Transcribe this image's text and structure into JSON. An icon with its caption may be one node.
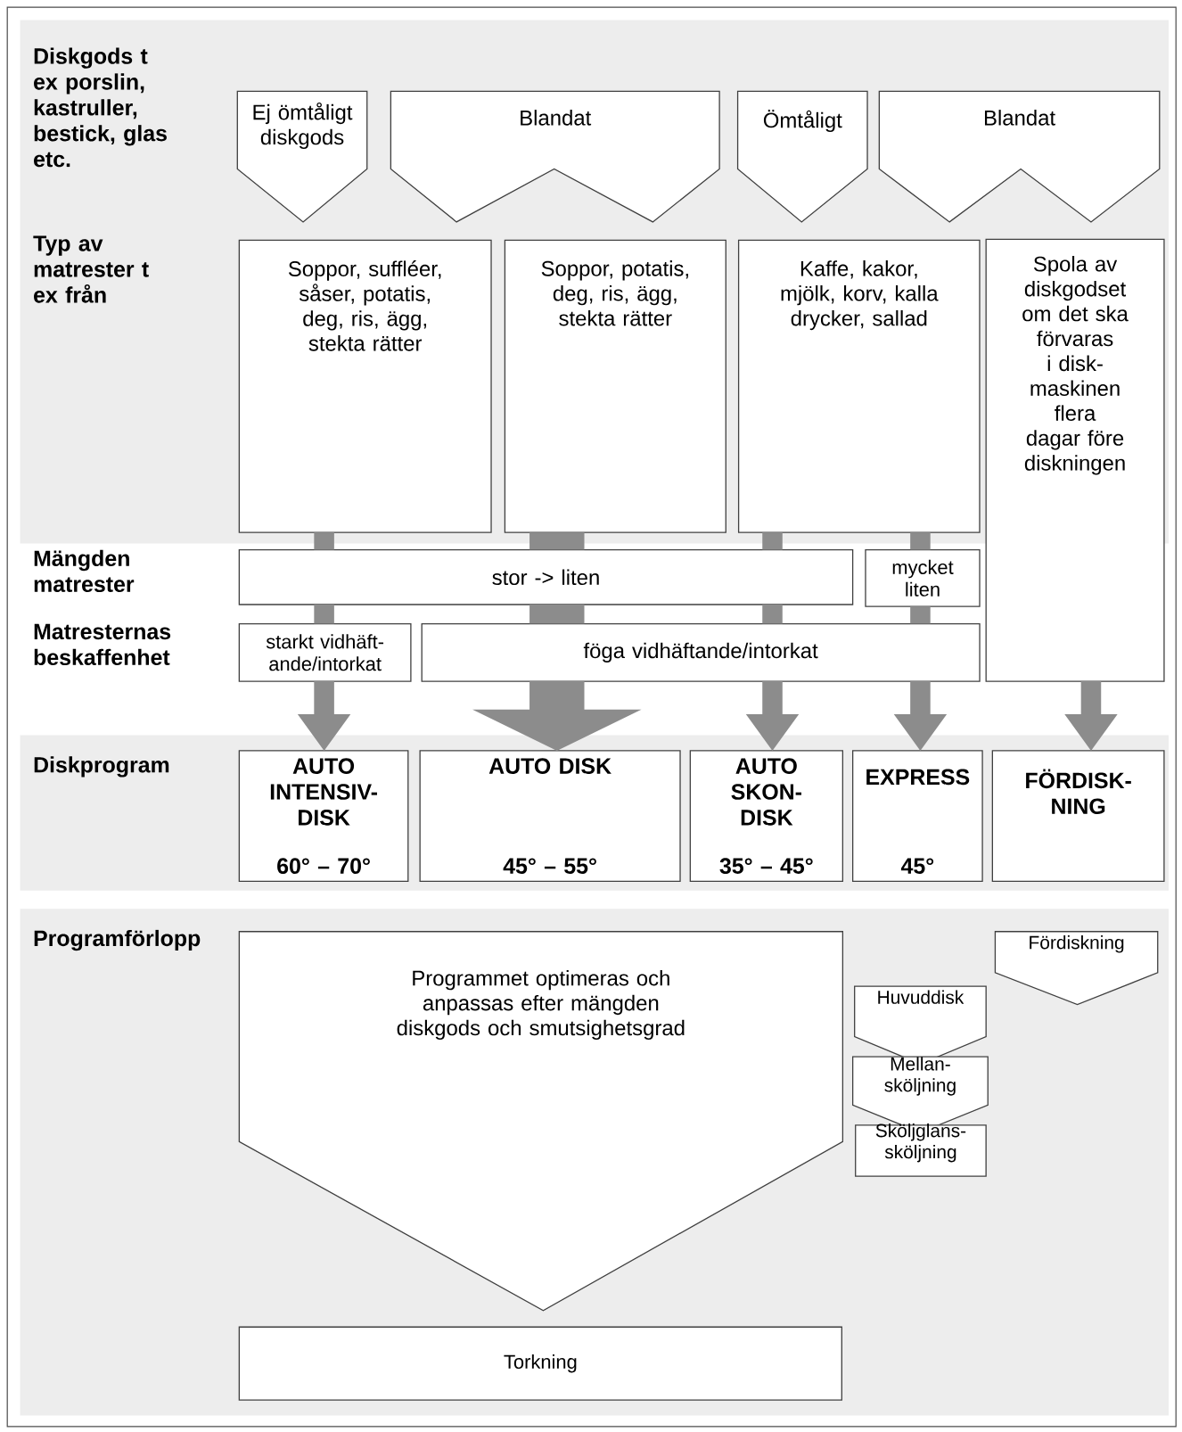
{
  "diagram": {
    "nodes": [
      {
        "text": [
          "Ej ömtåligt diskgods"
        ]
      },
      {
        "text": [
          "Blandat"
        ]
      },
      {
        "text": [
          "Ömtåligt"
        ]
      },
      {
        "text": [
          "Blandat"
        ]
      },
      {
        "text": [
          "Soppor, suffléer, såser, potatis, deg, ris, ägg, stekta rätter"
        ]
      },
      {
        "text": [
          "Soppor, potatis, deg, ris, ägg, stekta rätter"
        ]
      },
      {
        "text": [
          "Kaffe, kakor, mjölk, korv, kalla drycker, sallad"
        ]
      },
      {
        "text": [
          "Spola av diskgodset om det ska förvaras i disk-maskinen flera dagar före diskningen"
        ]
      },
      {
        "text": [
          "stor -> liten"
        ]
      },
      {
        "text": [
          "mycket liten"
        ]
      },
      {
        "text": [
          "starkt vidhäft-ande/intorkat"
        ]
      },
      {
        "text": [
          "föga vidhäftande/intorkat"
        ]
      },
      {
        "text": [
          "AUTO INTENSIV-DISK",
          "60° – 70°"
        ]
      },
      {
        "text": [
          "AUTO DISK",
          "45° – 55°"
        ]
      },
      {
        "text": [
          "AUTO SKON-DISK",
          "35° – 45°"
        ]
      },
      {
        "text": [
          "EXPRESS",
          "45°"
        ]
      },
      {
        "text": [
          "FÖRDISK-NING"
        ]
      },
      {
        "text": [
          "Programmet optimeras och anpassas efter mängden diskgods och smutsighetsgrad"
        ]
      },
      {
        "text": [
          "Torkning"
        ]
      },
      {
        "text": [
          "Fördiskning"
        ]
      },
      {
        "text": [
          "Huvuddisk"
        ]
      },
      {
        "text": [
          "Mellan-sköljning"
        ]
      },
      {
        "text": [
          "Sköljglans-sköljning"
        ]
      }
    ],
    "edges": [
      {
        "from": 4,
        "to": 8,
        "arrow": "none"
      },
      {
        "from": 8,
        "to": 10,
        "arrow": "none"
      },
      {
        "from": 10,
        "to": 12,
        "arrow": "to"
      },
      {
        "from": 5,
        "to": 8,
        "arrow": "none",
        "style": "thick"
      },
      {
        "from": 8,
        "to": 11,
        "arrow": "none",
        "style": "thick"
      },
      {
        "from": 11,
        "to": 13,
        "arrow": "to",
        "style": "thick"
      },
      {
        "from": 6,
        "to": 8,
        "arrow": "none"
      },
      {
        "from": 8,
        "to": 11,
        "arrow": "none"
      },
      {
        "from": 11,
        "to": 14,
        "arrow": "to"
      },
      {
        "from": 6,
        "to": 9,
        "arrow": "none"
      },
      {
        "from": 9,
        "to": 11,
        "arrow": "none"
      },
      {
        "from": 11,
        "to": 15,
        "arrow": "to"
      },
      {
        "from": 7,
        "to": 16,
        "arrow": "to"
      }
    ],
    "labels": [
      "Diskgods t ex porslin, kastruller, bestick, glas etc.",
      "Typ av matrester t ex från",
      "Mängden matrester",
      "Matresternas beskaffenhet",
      "Diskprogram",
      "Programförlopp"
    ]
  }
}
